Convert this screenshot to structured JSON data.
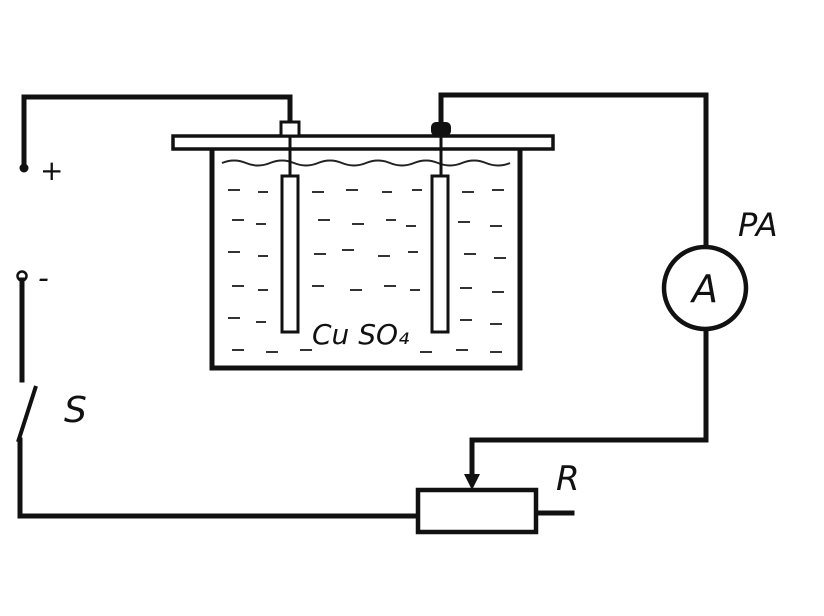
{
  "labels": {
    "plus": "+",
    "minus": "-",
    "switch": "S",
    "ammeter_ref": "PA",
    "ammeter_symbol": "A",
    "rheostat": "R",
    "electrolyte": "Cu SO₄"
  }
}
